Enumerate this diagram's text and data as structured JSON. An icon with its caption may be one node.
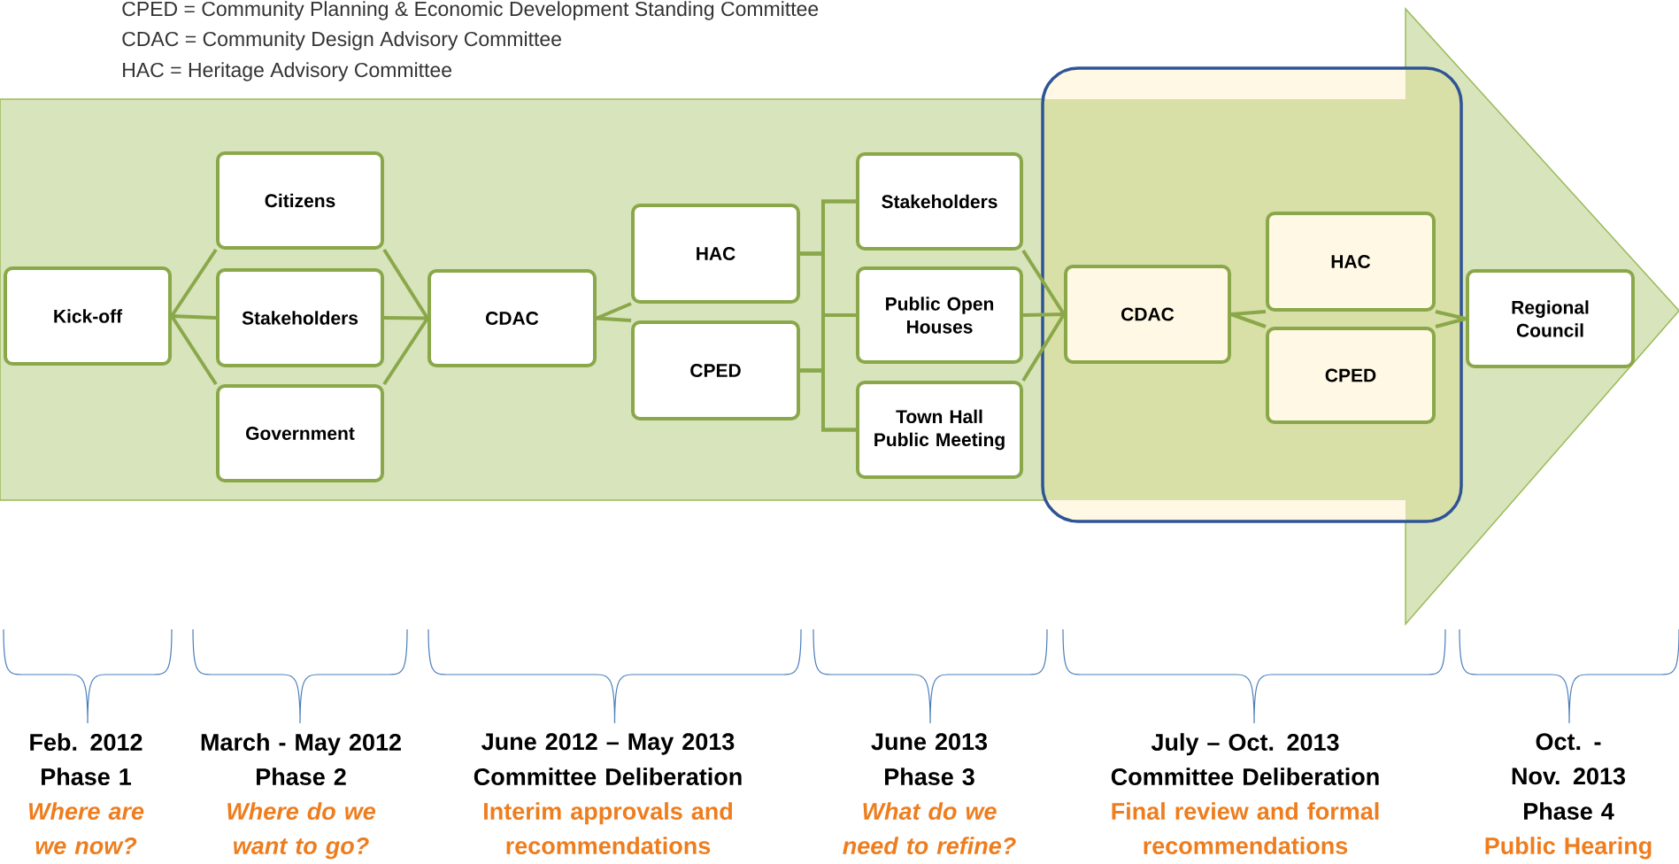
{
  "diagram": {
    "nodes": [
      {
        "text": [
          "Kick-off"
        ]
      },
      {
        "text": [
          "Citizens"
        ]
      },
      {
        "text": [
          "Stakeholders"
        ]
      },
      {
        "text": [
          "Government"
        ]
      },
      {
        "text": [
          "CDAC"
        ]
      },
      {
        "text": [
          "HAC"
        ]
      },
      {
        "text": [
          "CPED"
        ]
      },
      {
        "text": [
          "Stakeholders"
        ]
      },
      {
        "text": [
          "Public Open Houses"
        ]
      },
      {
        "text": [
          "Town Hall Public Meeting"
        ]
      },
      {
        "text": [],
        "shape": "box"
      },
      {
        "text": [
          "CDAC"
        ],
        "in": 10
      },
      {
        "text": [
          "HAC"
        ],
        "in": 10
      },
      {
        "text": [
          "CPED"
        ],
        "in": 10
      },
      {
        "text": [
          "Regional Council"
        ]
      }
    ],
    "edges": [
      {
        "from": 0,
        "to": 1,
        "arrow": "none"
      },
      {
        "from": 0,
        "to": 2,
        "arrow": "none"
      },
      {
        "from": 0,
        "to": 3,
        "arrow": "none"
      },
      {
        "from": 1,
        "to": 4,
        "arrow": "none"
      },
      {
        "from": 2,
        "to": 4,
        "arrow": "none"
      },
      {
        "from": 3,
        "to": 4,
        "arrow": "none"
      },
      {
        "from": 4,
        "to": 5,
        "arrow": "none"
      },
      {
        "from": 4,
        "to": 6,
        "arrow": "none"
      },
      {
        "from": 5,
        "to": 7,
        "arrow": "none"
      },
      {
        "from": 5,
        "to": 8,
        "arrow": "none"
      },
      {
        "from": 5,
        "to": 9,
        "arrow": "none"
      },
      {
        "from": 6,
        "to": 7,
        "arrow": "none"
      },
      {
        "from": 6,
        "to": 8,
        "arrow": "none"
      },
      {
        "from": 6,
        "to": 9,
        "arrow": "none"
      },
      {
        "from": 7,
        "to": 11,
        "arrow": "none"
      },
      {
        "from": 8,
        "to": 11,
        "arrow": "none"
      },
      {
        "from": 9,
        "to": 11,
        "arrow": "none"
      },
      {
        "from": 11,
        "to": 12,
        "arrow": "none"
      },
      {
        "from": 11,
        "to": 13,
        "arrow": "none"
      },
      {
        "from": 12,
        "to": 14,
        "arrow": "none"
      },
      {
        "from": 13,
        "to": 14,
        "arrow": "none"
      }
    ],
    "labels": [
      "CPED = Community Planning & Economic Development Standing Committee",
      "CDAC = Community Design Advisory Committee",
      "HAC = Heritage Advisory Committee",
      "Feb. 2012",
      "Phase 1",
      "Where are we now?",
      "March - May 2012",
      "Phase 2",
      "Where do we want to go?",
      "June 2012 – May 2013",
      "Committee Deliberation",
      "Interim approvals and recommendations",
      "June 2013",
      "Phase 3",
      "What do we need to refine?",
      "July – Oct. 2013",
      "Committee Deliberation",
      "Final review and formal recommendations",
      "Oct. - Nov. 2013",
      "Phase 4",
      "Public Hearing"
    ]
  }
}
